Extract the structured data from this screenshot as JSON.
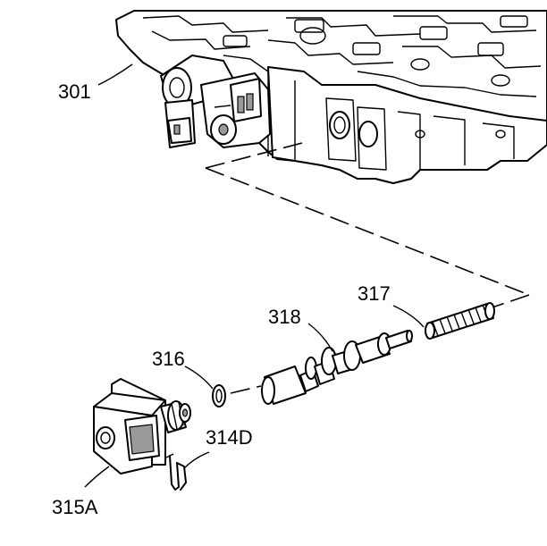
{
  "figure": {
    "callouts": {
      "valve_body": "301",
      "solenoid": "315A",
      "o_ring": "316",
      "spring": "317",
      "valve": "318",
      "retainer": "314D"
    },
    "line_color": "#000000",
    "shade_color": "#9a9a9a",
    "background": "#ffffff"
  }
}
